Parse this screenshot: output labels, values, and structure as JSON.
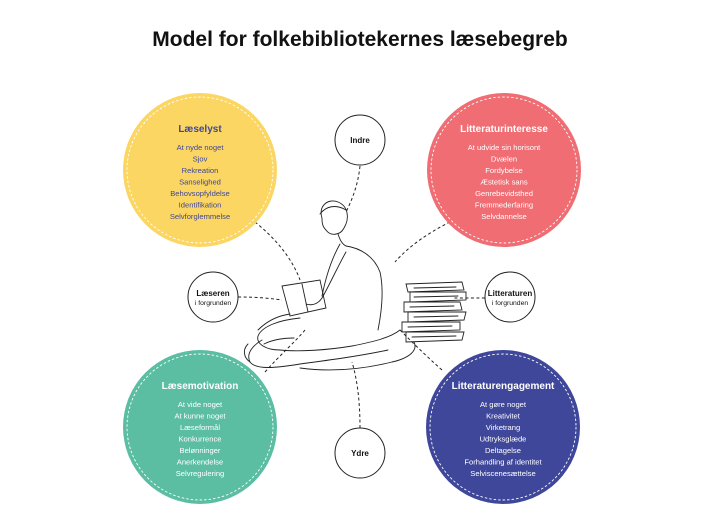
{
  "title": "Model for folkebibliotekernes læsebegreb",
  "colors": {
    "yellow": "#fcd662",
    "coral": "#ef6d73",
    "teal": "#5bbea3",
    "navy": "#3f479b",
    "title_dark": "#3f479b",
    "text_light": "#ffffff",
    "line": "#222222"
  },
  "circles": [
    {
      "id": "laeselyst",
      "title": "Læselyst",
      "color": "#fcd662",
      "text_color": "#3f479b",
      "title_color": "#3f479b",
      "items": [
        "At nyde noget",
        "Sjov",
        "Rekreation",
        "Sanselighed",
        "Behovsopfyldelse",
        "Identifikation",
        "Selvforglemmelse"
      ]
    },
    {
      "id": "litteraturinteresse",
      "title": "Litteraturinteresse",
      "color": "#ef6d73",
      "text_color": "#ffffff",
      "title_color": "#ffffff",
      "items": [
        "At udvide sin horisont",
        "Dvælen",
        "Fordybelse",
        "Æstetisk sans",
        "Genrebevidsthed",
        "Fremmederfaring",
        "Selvdannelse"
      ]
    },
    {
      "id": "laesemotivation",
      "title": "Læsemotivation",
      "color": "#5bbea3",
      "text_color": "#ffffff",
      "title_color": "#ffffff",
      "items": [
        "At vide noget",
        "At kunne noget",
        "Læseformål",
        "Konkurrence",
        "Belønninger",
        "Anerkendelse",
        "Selvregulering"
      ]
    },
    {
      "id": "litteraturengagement",
      "title": "Litteraturengagement",
      "color": "#3f479b",
      "text_color": "#ffffff",
      "title_color": "#ffffff",
      "items": [
        "At gøre noget",
        "Kreativitet",
        "Virketrang",
        "Udtryksglæde",
        "Deltagelse",
        "Forhandling af identitet",
        "Selviscenesættelse"
      ]
    }
  ],
  "nodes": [
    {
      "id": "indre",
      "label": "Indre",
      "sub": ""
    },
    {
      "id": "laeseren",
      "label": "Læseren",
      "sub": "i forgrunden"
    },
    {
      "id": "litteraturen",
      "label": "Litteraturen",
      "sub": "i forgrunden"
    },
    {
      "id": "ydre",
      "label": "Ydre",
      "sub": ""
    }
  ]
}
